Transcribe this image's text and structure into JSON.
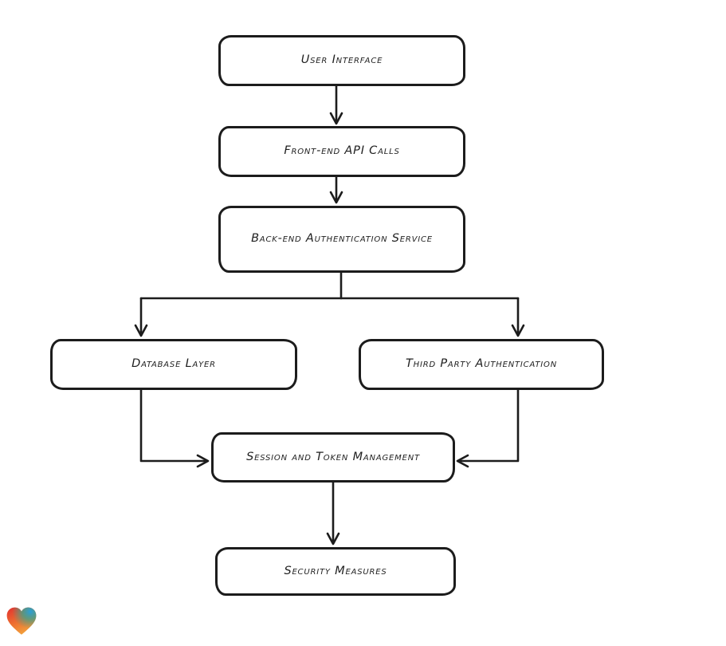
{
  "diagram": {
    "type": "flowchart",
    "style": "hand-drawn",
    "colors": {
      "background": "#ffffff",
      "node_fill": "#ffffff",
      "stroke": "#1c1c1c",
      "text": "#1f1f1f"
    },
    "nodes": [
      {
        "id": "user-interface",
        "label": "User Interface"
      },
      {
        "id": "front-end-api-calls",
        "label": "Front-end API Calls"
      },
      {
        "id": "back-end-authentication-service",
        "label": "Back-end Authentication Service"
      },
      {
        "id": "database-layer",
        "label": "Database Layer"
      },
      {
        "id": "third-party-authentication",
        "label": "Third Party Authentication"
      },
      {
        "id": "session-and-token-management",
        "label": "Session and Token Management"
      },
      {
        "id": "security-measures",
        "label": "Security Measures"
      }
    ],
    "edges": [
      {
        "from": "user-interface",
        "to": "front-end-api-calls"
      },
      {
        "from": "front-end-api-calls",
        "to": "back-end-authentication-service"
      },
      {
        "from": "back-end-authentication-service",
        "to": "database-layer"
      },
      {
        "from": "back-end-authentication-service",
        "to": "third-party-authentication"
      },
      {
        "from": "database-layer",
        "to": "session-and-token-management"
      },
      {
        "from": "third-party-authentication",
        "to": "session-and-token-management"
      },
      {
        "from": "session-and-token-management",
        "to": "security-measures"
      }
    ],
    "logo": {
      "icon": "heart-icon",
      "gradient_colors": [
        "#e3342f",
        "#2b9fd8",
        "#f2a33c"
      ]
    }
  }
}
